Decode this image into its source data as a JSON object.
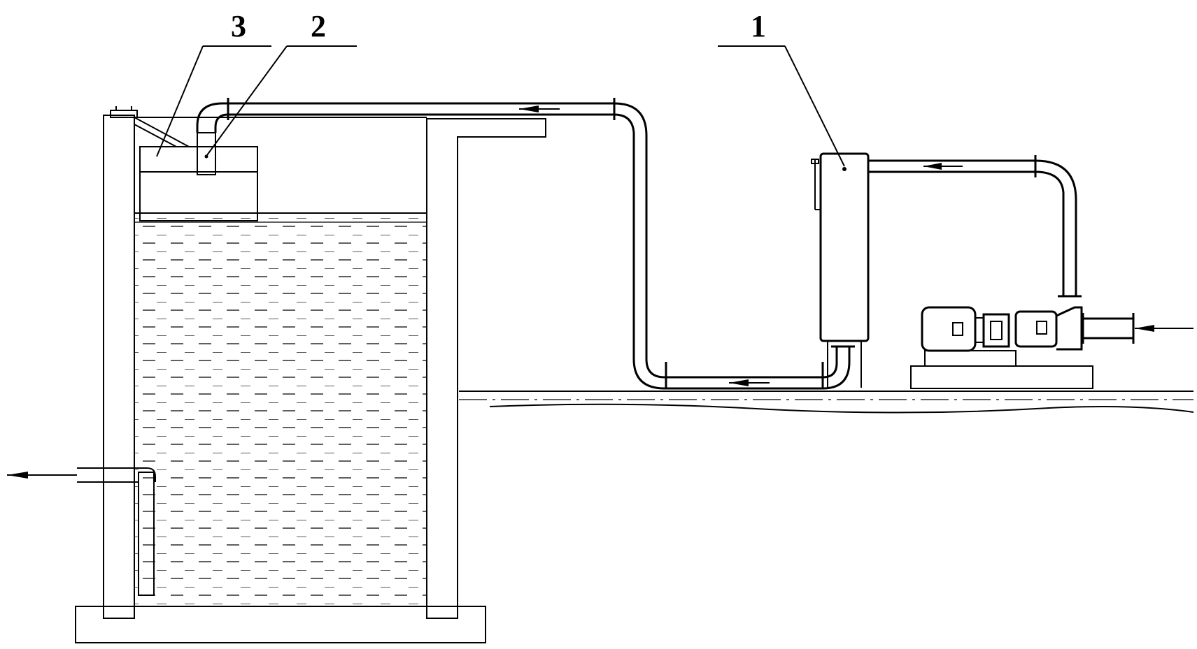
{
  "labels": {
    "callout_1": "1",
    "callout_2": "2",
    "callout_3": "3"
  },
  "colors": {
    "line": "#000000",
    "background": "#ffffff"
  }
}
